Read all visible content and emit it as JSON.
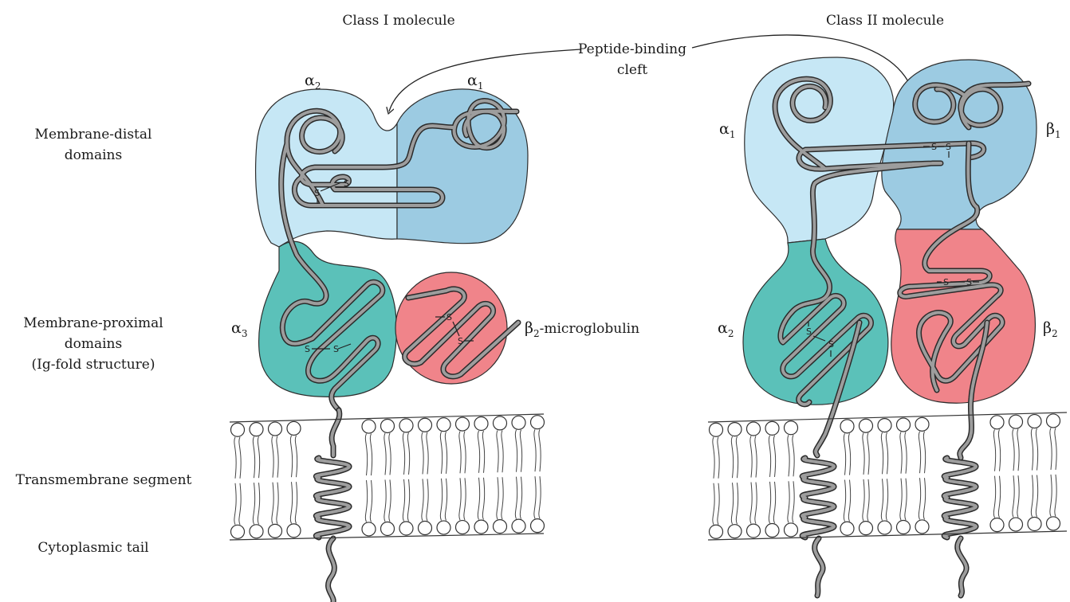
{
  "titles": {
    "class1": "Class I molecule",
    "class2": "Class II molecule"
  },
  "cleft_label": {
    "line1": "Peptide-binding",
    "line2": "cleft"
  },
  "side_labels": {
    "distal_1": "Membrane-distal",
    "distal_2": "domains",
    "proximal_1": "Membrane-proximal",
    "proximal_2": "domains",
    "proximal_3": "(Ig-fold structure)",
    "transmembrane": "Transmembrane segment",
    "cytoplasmic": "Cytoplasmic tail"
  },
  "class1_domains": {
    "alpha2": {
      "letter": "α",
      "sub": "2"
    },
    "alpha1": {
      "letter": "α",
      "sub": "1"
    },
    "alpha3": {
      "letter": "α",
      "sub": "3"
    },
    "b2m": {
      "letter": "β",
      "sub": "2",
      "suffix": "-microglobulin"
    }
  },
  "class2_domains": {
    "alpha1": {
      "letter": "α",
      "sub": "1"
    },
    "beta1": {
      "letter": "β",
      "sub": "1"
    },
    "alpha2": {
      "letter": "α",
      "sub": "2"
    },
    "beta2": {
      "letter": "β",
      "sub": "2"
    }
  },
  "disulfide_symbol": "S",
  "colors": {
    "light_blue": "#c6e7f5",
    "mid_blue": "#9ccbe2",
    "teal": "#5bc1b9",
    "pink": "#f0848a",
    "chain_fill": "#9d9d9d",
    "chain_edge": "#2b2b2b"
  }
}
